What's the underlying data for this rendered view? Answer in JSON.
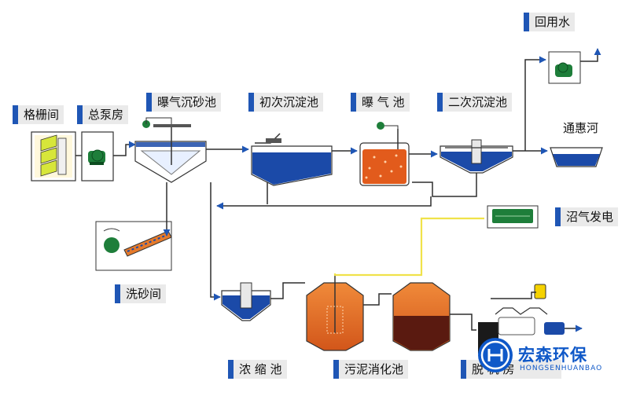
{
  "labels": {
    "grid_room": "格栅间",
    "pump_room": "总泵房",
    "aerated_grit": "曝气沉砂池",
    "primary_clarifier": "初次沉淀池",
    "aeration_tank": "曝 气 池",
    "secondary_clarifier": "二次沉淀池",
    "reuse_water": "回用水",
    "river": "通惠河",
    "biogas_power": "沼气发电",
    "sand_washing": "洗砂间",
    "thickener": "浓 缩 池",
    "digester": "污泥消化池",
    "machine_room": "脱 机 房"
  },
  "watermark": {
    "brand": "宏森环保",
    "sub": "HONGSENHUANBAO"
  },
  "colors": {
    "label_bar": "#1f56b5",
    "label_bg": "#eaeaea",
    "pipe": "#2e2e2e",
    "water": "#1b4aa8",
    "sludge": "#e25b1c",
    "digest_dark": "#5a1a10",
    "gas_line": "#f0e24a",
    "equipment": "#1e7e3a",
    "brand": "#0f58c8"
  }
}
